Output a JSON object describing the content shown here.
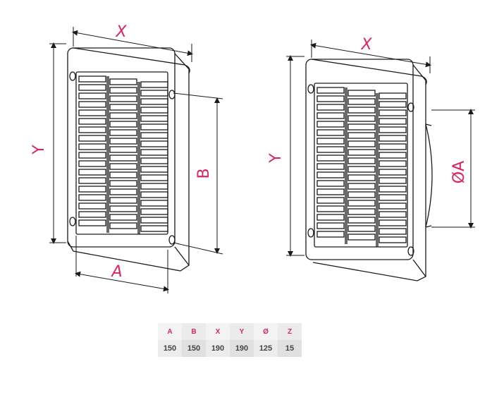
{
  "labels": {
    "left_x": "X",
    "left_y": "Y",
    "left_a": "A",
    "left_b": "B",
    "right_x": "X",
    "right_y": "Y",
    "right_diameter": "ØA"
  },
  "table": {
    "headers": [
      "A",
      "B",
      "X",
      "Y",
      "Ø",
      "Z"
    ],
    "values": [
      "150",
      "150",
      "190",
      "190",
      "125",
      "15"
    ]
  },
  "colors": {
    "accent": "#d9245f",
    "line": "#1a1a1a"
  }
}
